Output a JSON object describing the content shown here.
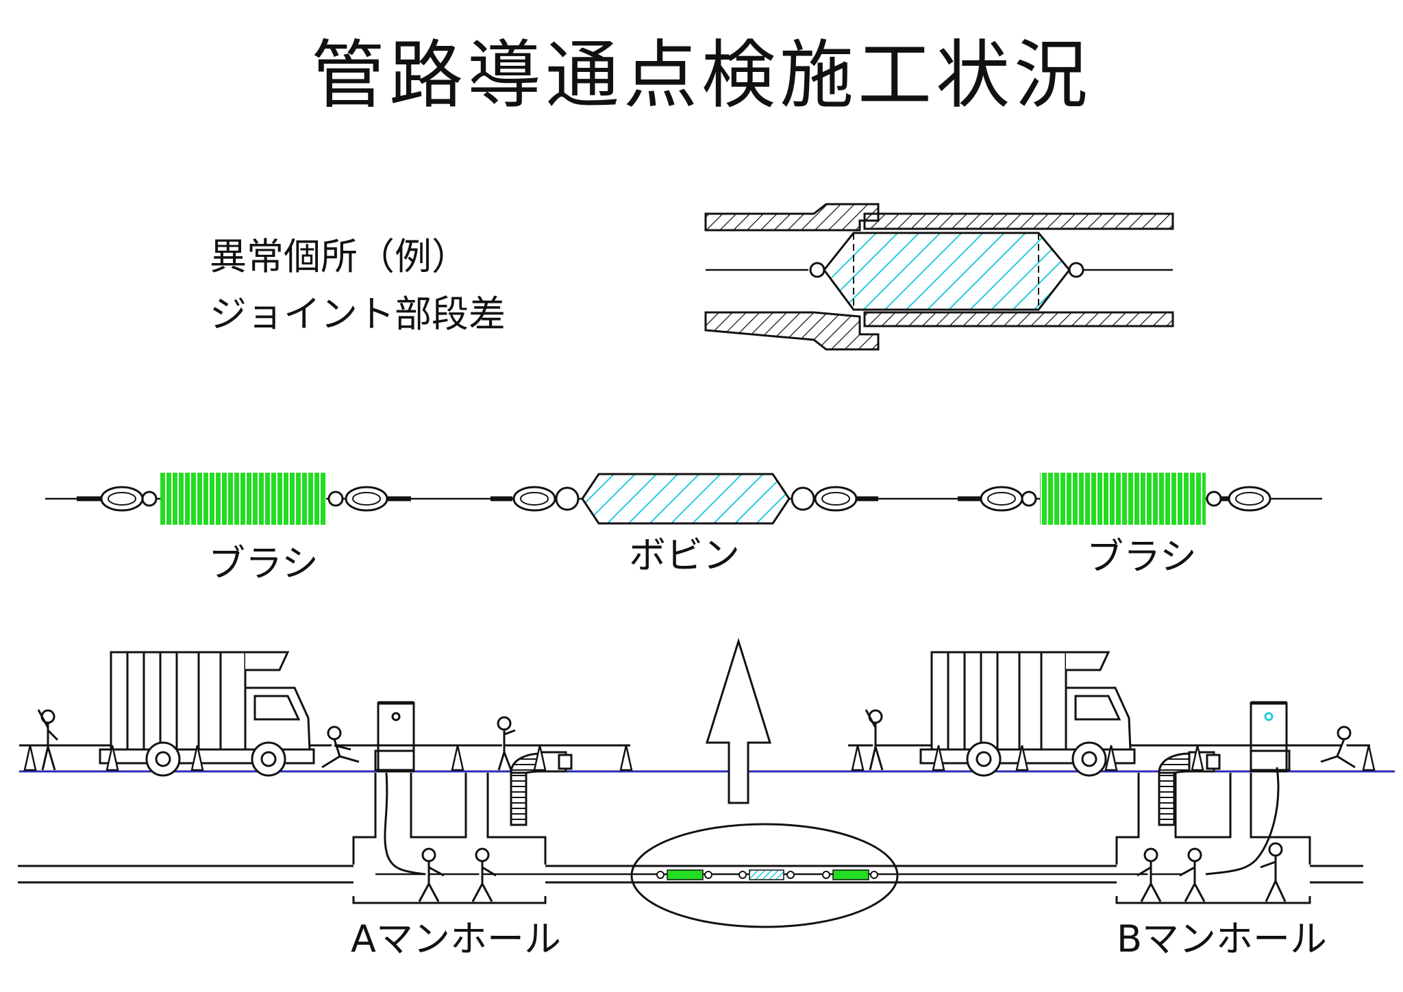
{
  "title": "管路導通点検施工状況",
  "anomaly": {
    "line1": "異常個所（例）",
    "line2": "ジョイント部段差"
  },
  "tool_string": {
    "brush_left": "ブラシ",
    "bobbin": "ボビン",
    "brush_right": "ブラシ"
  },
  "manholes": {
    "a": "Aマンホール",
    "b": "Bマンホール"
  },
  "colors": {
    "brush": "#22dd22",
    "bobbin": "#22ccdd",
    "ground_line": "#2b2bb8",
    "line": "#111111"
  }
}
